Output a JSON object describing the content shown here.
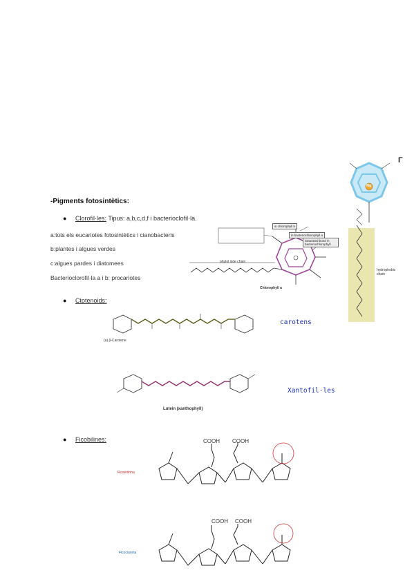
{
  "corner_mark": "Γ",
  "heading": "-Pigments fotosintètics:",
  "clorofiles": {
    "bullet": "●",
    "title": "Clorofil·les:",
    "types": " Tipus: a,b,c,d,f i bacterioclofil·la.",
    "lines": [
      "a:tots els eucariotes fotosintètics i cianobacteris",
      "b:plantes i algues verdes",
      "c:algues pardes i diatomees",
      "Bacterioclorofil·la a i b: procariotes"
    ],
    "figure": {
      "caption": "Chlorophyll a",
      "side_chain_label": "phytol side chain",
      "callouts": [
        "in chlorophyll b",
        "in bacteriochlorophyll a",
        "Saturated bond in bacteriochlorophyll"
      ]
    }
  },
  "tall_figure": {
    "metal_label": "Mg",
    "side_label": "hydrophobic chain"
  },
  "carotenoids": {
    "bullet": "●",
    "title": "Ctotenoids:",
    "beta_caption": "(a) β-Carotene",
    "beta_label": "carotens",
    "lutein_caption": "Lutein (xanthophyll)",
    "lutein_label": "Xantofil·les"
  },
  "ficobilines": {
    "bullet": "●",
    "title": "Ficobilines:",
    "first": {
      "name": "Ficoeritrina",
      "cooh1": "COOH",
      "cooh2": "COOH"
    },
    "second": {
      "name": "Ficocianina",
      "cooh1": "COOH",
      "cooh2": "COOH"
    }
  },
  "colors": {
    "blue_label": "#1a2fb0",
    "ring_blue": "#7cc8ea",
    "chain_yellow": "#e9e6b0",
    "purple": "#a0459a",
    "red_circle": "#d33333"
  }
}
